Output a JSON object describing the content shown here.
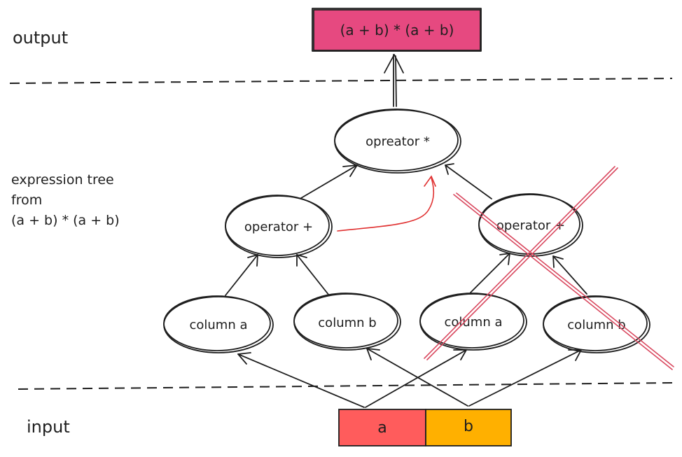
{
  "labels": {
    "output": "output",
    "input": "input",
    "description_line1": "expression tree",
    "description_line2": "from",
    "description_line3": "(a + b) * (a + b)"
  },
  "output_box": {
    "text": "(a + b) * (a + b)",
    "color": "#e64980"
  },
  "nodes": {
    "root": "opreator *",
    "left_op": "operator +",
    "right_op": "operator +",
    "left_col_a": "column a",
    "left_col_b": "column b",
    "right_col_a": "column a",
    "right_col_b": "column b"
  },
  "input_cells": [
    {
      "text": "a",
      "color": "#ff5c5c"
    },
    {
      "text": "b",
      "color": "#ffb000"
    }
  ],
  "colors": {
    "ink": "#1e1e1e",
    "reuse_arrow": "#e03131",
    "cross_out": "#d9485f"
  }
}
